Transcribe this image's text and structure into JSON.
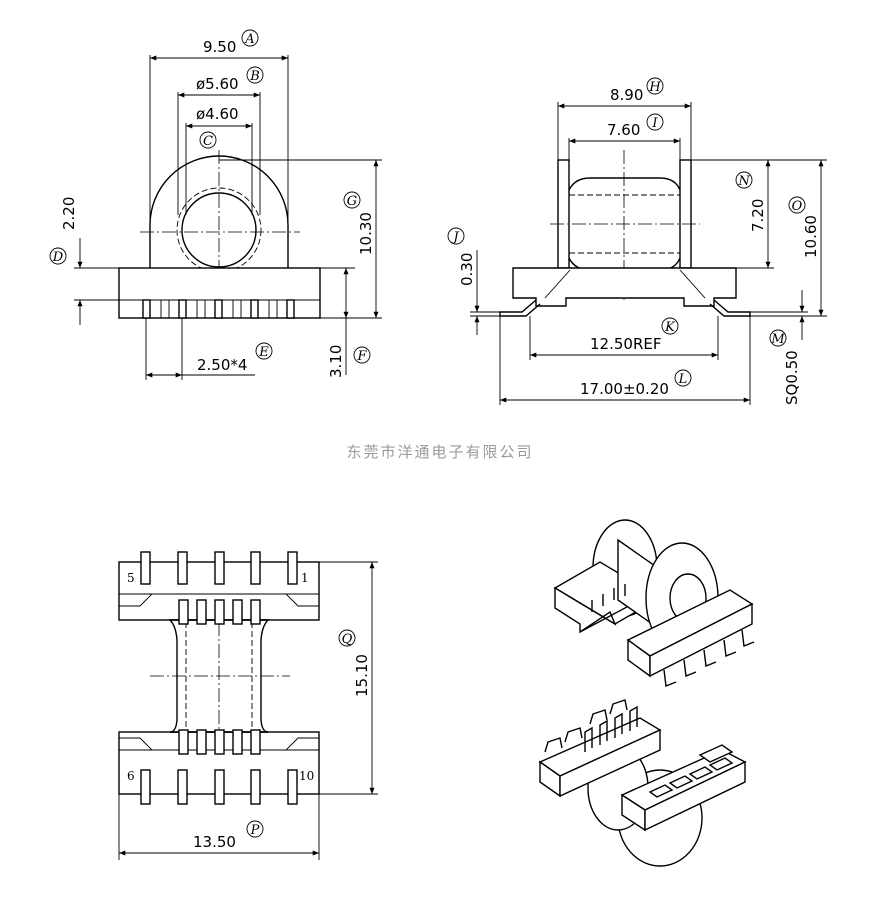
{
  "company": "东莞市洋通电子有限公司",
  "front_view": {
    "dims": [
      {
        "value": "9.50",
        "label": "A"
      },
      {
        "value": "ø5.60",
        "label": "B"
      },
      {
        "value": "ø4.60",
        "label": "C"
      },
      {
        "value": "2.20",
        "label": "D"
      },
      {
        "value": "2.50*4",
        "label": "E"
      },
      {
        "value": "3.10",
        "label": "F"
      },
      {
        "value": "10.30",
        "label": "G"
      }
    ]
  },
  "side_view": {
    "dims": [
      {
        "value": "8.90",
        "label": "H"
      },
      {
        "value": "7.60",
        "label": "I"
      },
      {
        "value": "0.30",
        "label": "J"
      },
      {
        "value": "12.50REF",
        "label": "K"
      },
      {
        "value": "17.00±0.20",
        "label": "L"
      },
      {
        "value": "SQ0.50",
        "label": "M"
      },
      {
        "value": "7.20",
        "label": "N"
      },
      {
        "value": "10.60",
        "label": "O"
      }
    ]
  },
  "bottom_view": {
    "dims": [
      {
        "value": "13.50",
        "label": "P"
      },
      {
        "value": "15.10",
        "label": "Q"
      }
    ],
    "pins": {
      "top_left": "5",
      "top_right": "1",
      "bottom_left": "6",
      "bottom_right": "10"
    }
  }
}
